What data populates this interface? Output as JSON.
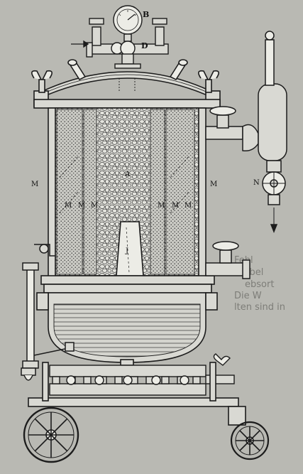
{
  "figure": {
    "background_color": "#b9b9b3",
    "ink_color": "#1c1c1c",
    "shell_color": "#d9d9d3",
    "labels": {
      "gauge": "B",
      "valve": "D",
      "mesh_left": "M",
      "mesh_right": "M",
      "mesh_inner_1": "M",
      "mesh_inner_2": "M",
      "mesh_inner_3": "M",
      "mesh_inner_4": "M",
      "mesh_inner_5": "M",
      "mesh_inner_6": "M",
      "chamber": "A",
      "insert": "J",
      "drain": "N"
    },
    "bleed_text": {
      "line1": "Fehl",
      "line2": "Wirbel",
      "line3": "ebsort",
      "line4": "Die W",
      "line5": "lten sind in"
    }
  }
}
